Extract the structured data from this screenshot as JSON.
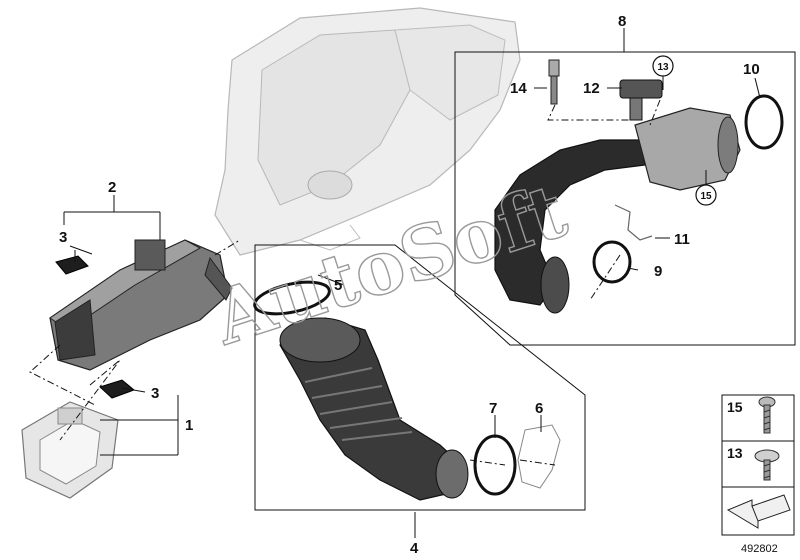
{
  "callouts": {
    "c1": "1",
    "c2": "2",
    "c3a": "3",
    "c3b": "3",
    "c4": "4",
    "c5": "5",
    "c6": "6",
    "c7": "7",
    "c8": "8",
    "c9": "9",
    "c10": "10",
    "c11": "11",
    "c12": "12",
    "c13": "13",
    "c14": "14",
    "c15": "15"
  },
  "legend": {
    "item_15": "15",
    "item_13": "13"
  },
  "document_number": "492802",
  "watermark": "AutoSoft",
  "colors": {
    "line": "#111111",
    "hose_dark": "#2b2b2b",
    "housing_light": "#e9e9e9",
    "housing_stroke": "#b5b5b5",
    "part_mid": "#8c8c8c"
  }
}
